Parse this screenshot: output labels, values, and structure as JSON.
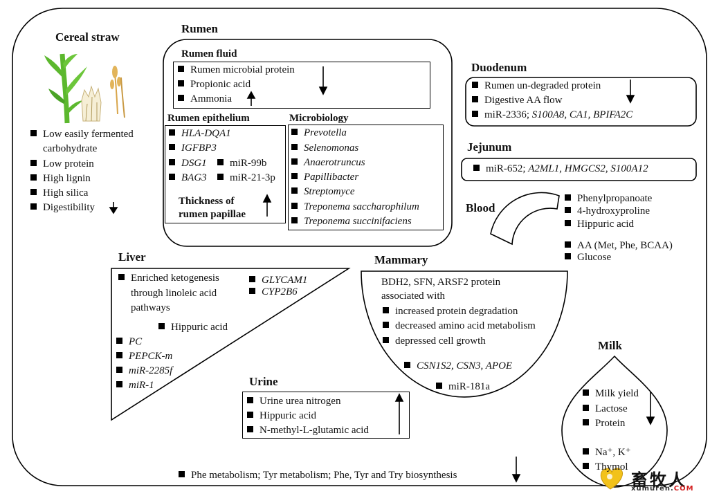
{
  "cereal_straw": {
    "title": "Cereal straw",
    "items": [
      "Low easily fermented",
      "carbohydrate",
      "Low protein",
      "High lignin",
      "High silica",
      "Digestibility"
    ]
  },
  "rumen": {
    "title": "Rumen",
    "fluid": {
      "title": "Rumen fluid",
      "items": [
        "Rumen microbial protein",
        "Propionic acid",
        "Ammonia"
      ]
    },
    "epithelium": {
      "title": "Rumen epithelium",
      "genes": [
        "HLA-DQA1",
        "IGFBP3",
        "DSG1",
        "BAG3"
      ],
      "mirnas": [
        "miR-99b",
        "miR-21-3p"
      ],
      "papillae_line1": "Thickness of",
      "papillae_line2": "rumen papillae"
    },
    "microbiology": {
      "title": "Microbiology",
      "items": [
        "Prevotella",
        "Selenomonas",
        "Anaerotruncus",
        "Papillibacter",
        "Streptomyce",
        "Treponema saccharophilum",
        "Treponema succinifaciens"
      ]
    }
  },
  "duodenum": {
    "title": "Duodenum",
    "items": [
      "Rumen un-degraded protein",
      "Digestive AA flow"
    ],
    "mirna": "miR-2336; ",
    "genes": "S100A8, CA1, BPIFA2C"
  },
  "jejunum": {
    "title": "Jejunum",
    "mirna": "miR-652; ",
    "genes": "A2ML1, HMGCS2, S100A12"
  },
  "blood": {
    "title": "Blood",
    "items_a": [
      "Phenylpropanoate",
      "4-hydroxyproline",
      "Hippuric acid"
    ],
    "items_b": [
      "AA (Met, Phe, BCAA)",
      "Glucose"
    ]
  },
  "liver": {
    "title": "Liver",
    "ketogenesis": [
      "Enriched ketogenesis",
      "through linoleic acid",
      "pathways"
    ],
    "genes_right": [
      "GLYCAM1",
      "CYP2B6"
    ],
    "hippuric": "Hippuric acid",
    "genes_left": [
      "PC",
      "PEPCK-m",
      "miR-2285f",
      "miR-1"
    ]
  },
  "mammary": {
    "title": "Mammary",
    "intro": [
      "BDH2, SFN, ARSF2 protein",
      "associated with"
    ],
    "items": [
      "increased protein degradation",
      "decreased amino acid metabolism",
      "depressed cell growth"
    ],
    "genes": "CSN1S2, CSN3, APOE",
    "mirna": "miR-181a"
  },
  "urine": {
    "title": "Urine",
    "items": [
      "Urine urea nitrogen",
      "Hippuric acid",
      "N-methyl-L-glutamic acid"
    ]
  },
  "milk": {
    "title": "Milk",
    "items": [
      "Milk yield",
      "Lactose",
      "Protein"
    ],
    "ions": "Na⁺, K⁺",
    "thymol": "Thymol"
  },
  "bottom_line": "Phe metabolism; Tyr metabolism; Phe, Tyr and Try biosynthesis",
  "watermark": {
    "text": "畜牧人",
    "url_main": "xumuren.",
    "url_suffix": "COM"
  },
  "colors": {
    "outline": "#000000",
    "plant_green": "#5cb82e",
    "straw_gold": "#d8a54a",
    "watermark_heart": "#f2c21b",
    "watermark_red": "#d21f1f"
  }
}
